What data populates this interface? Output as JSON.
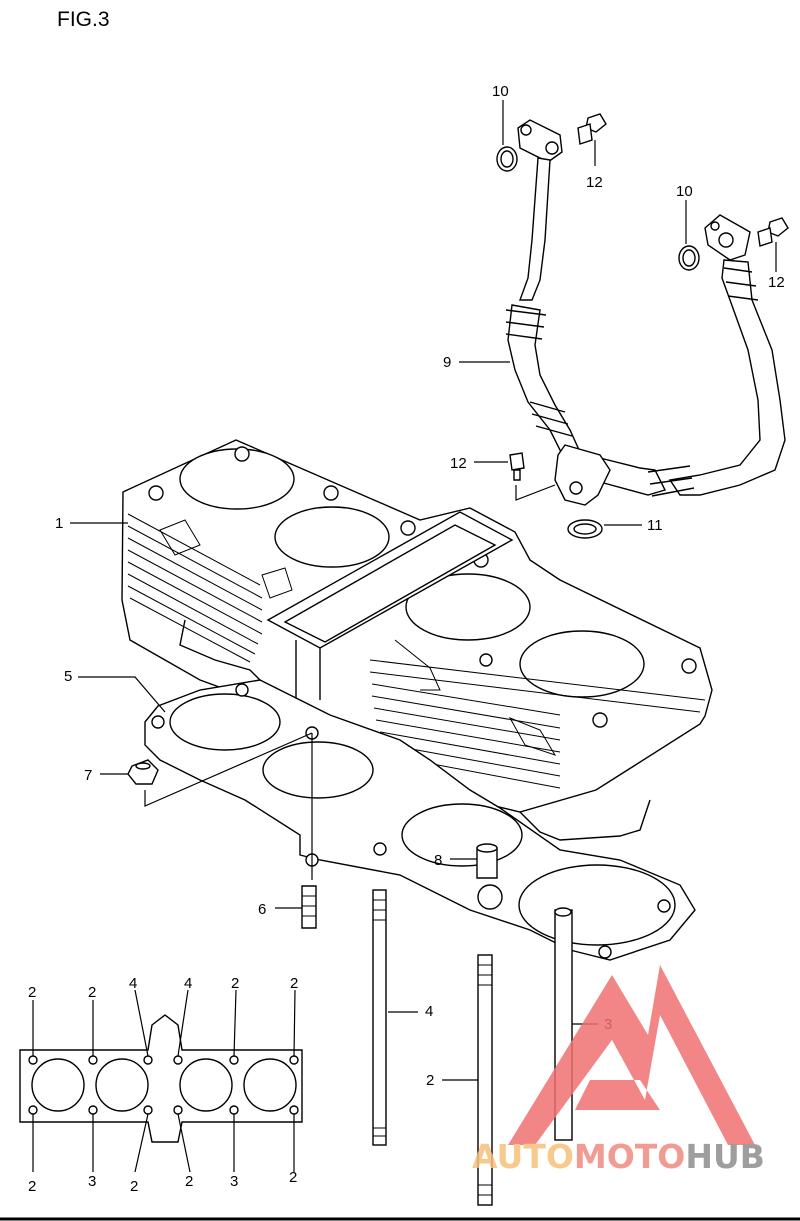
{
  "figure": {
    "title": "FIG.3"
  },
  "callouts": {
    "c1": "1",
    "c2a": "2",
    "c2b": "2",
    "c3": "3",
    "c4": "4",
    "c5": "5",
    "c6": "6",
    "c7": "7",
    "c8": "8",
    "c9": "9",
    "c10a": "10",
    "c10b": "10",
    "c11": "11",
    "c12a": "12",
    "c12b": "12",
    "c12c": "12"
  },
  "torque_chart": {
    "top": [
      "2",
      "2",
      "4",
      "4",
      "2",
      "2"
    ],
    "bottom": [
      "2",
      "3",
      "2",
      "2",
      "3",
      "2"
    ]
  },
  "watermark": {
    "part1": "AUTO",
    "part2": "MOTO",
    "part3": "HUB",
    "colors": {
      "auto": "#f6c07a",
      "moto": "#f08a80",
      "hub": "#8e8e8e",
      "logo": "#f07070"
    }
  }
}
